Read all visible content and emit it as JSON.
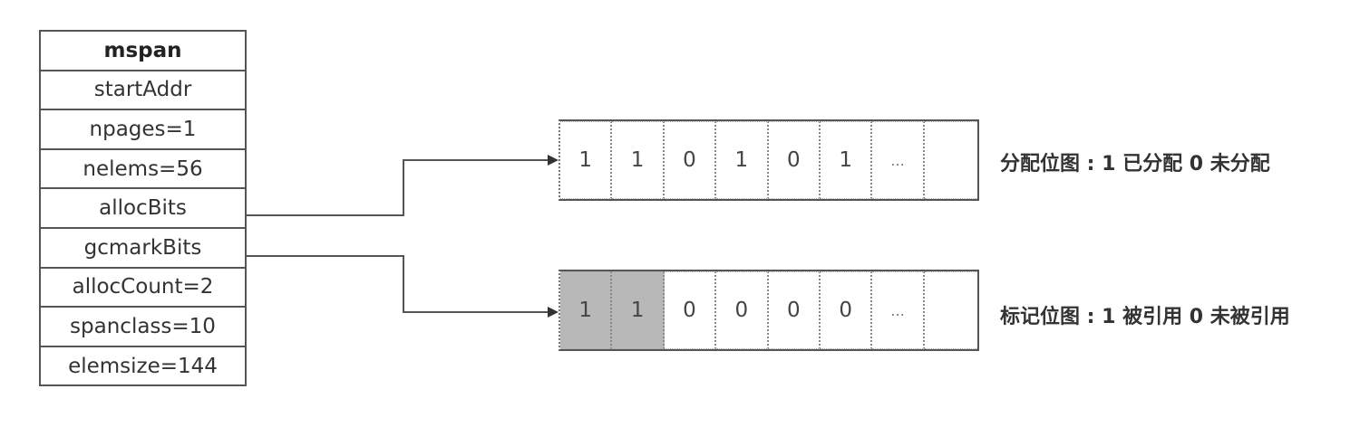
{
  "mspan": {
    "title": "mspan",
    "fields": [
      "startAddr",
      "npages=1",
      "nelems=56",
      "allocBits",
      "gcmarkBits",
      "allocCount=2",
      "spanclass=10",
      "elemsize=144"
    ]
  },
  "alloc_bitmap": {
    "bits": [
      "1",
      "1",
      "0",
      "1",
      "0",
      "1"
    ],
    "ellipsis": "...",
    "caption": "分配位图 : 1 已分配  0 未分配"
  },
  "mark_bitmap": {
    "bits": [
      "1",
      "1",
      "0",
      "0",
      "0",
      "0"
    ],
    "marked_count": 2,
    "ellipsis": "...",
    "caption": "标记位图 : 1 被引用  0 未被引用"
  },
  "colors": {
    "marked_fill": "#b8b8b8",
    "line": "#555555"
  }
}
